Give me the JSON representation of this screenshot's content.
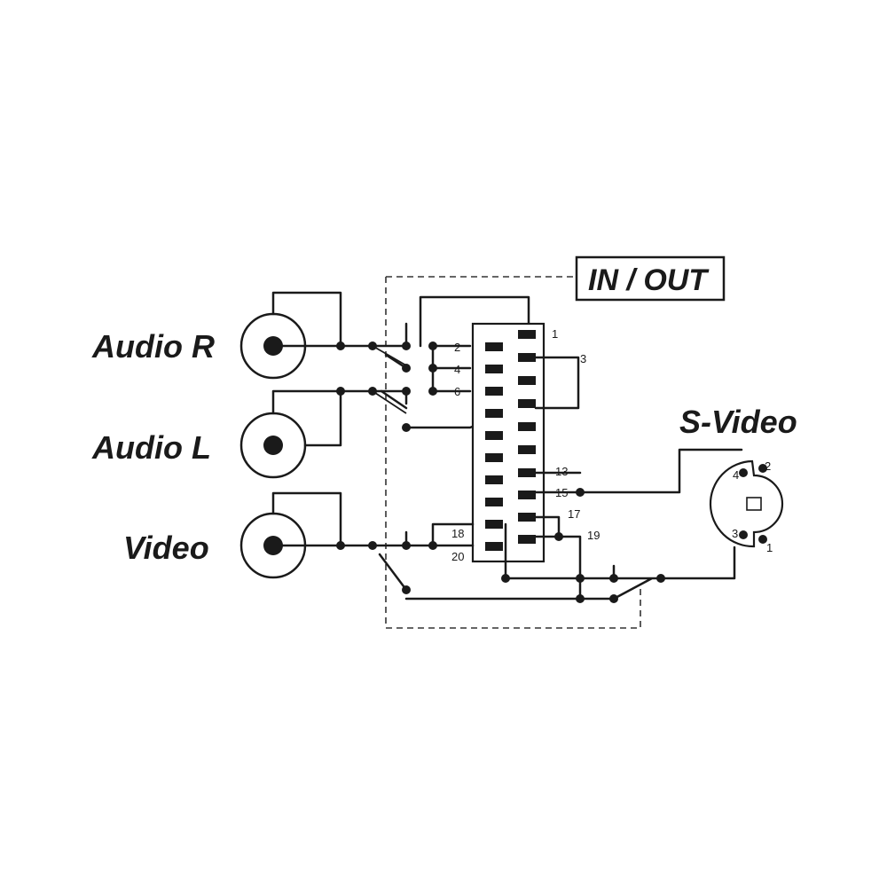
{
  "labels": {
    "audio_r": "Audio R",
    "audio_l": "Audio L",
    "video": "Video",
    "s_video": "S-Video",
    "in_out": "IN / OUT"
  },
  "scart_pins": {
    "p1": "1",
    "p2": "2",
    "p3": "3",
    "p4": "4",
    "p6": "6",
    "p13": "13",
    "p15": "15",
    "p17": "17",
    "p18": "18",
    "p19": "19",
    "p20": "20"
  },
  "svideo_pins": {
    "s1": "1",
    "s2": "2",
    "s3": "3",
    "s4": "4"
  },
  "colors": {
    "ink": "#1a1a1a",
    "background": "#ffffff"
  }
}
